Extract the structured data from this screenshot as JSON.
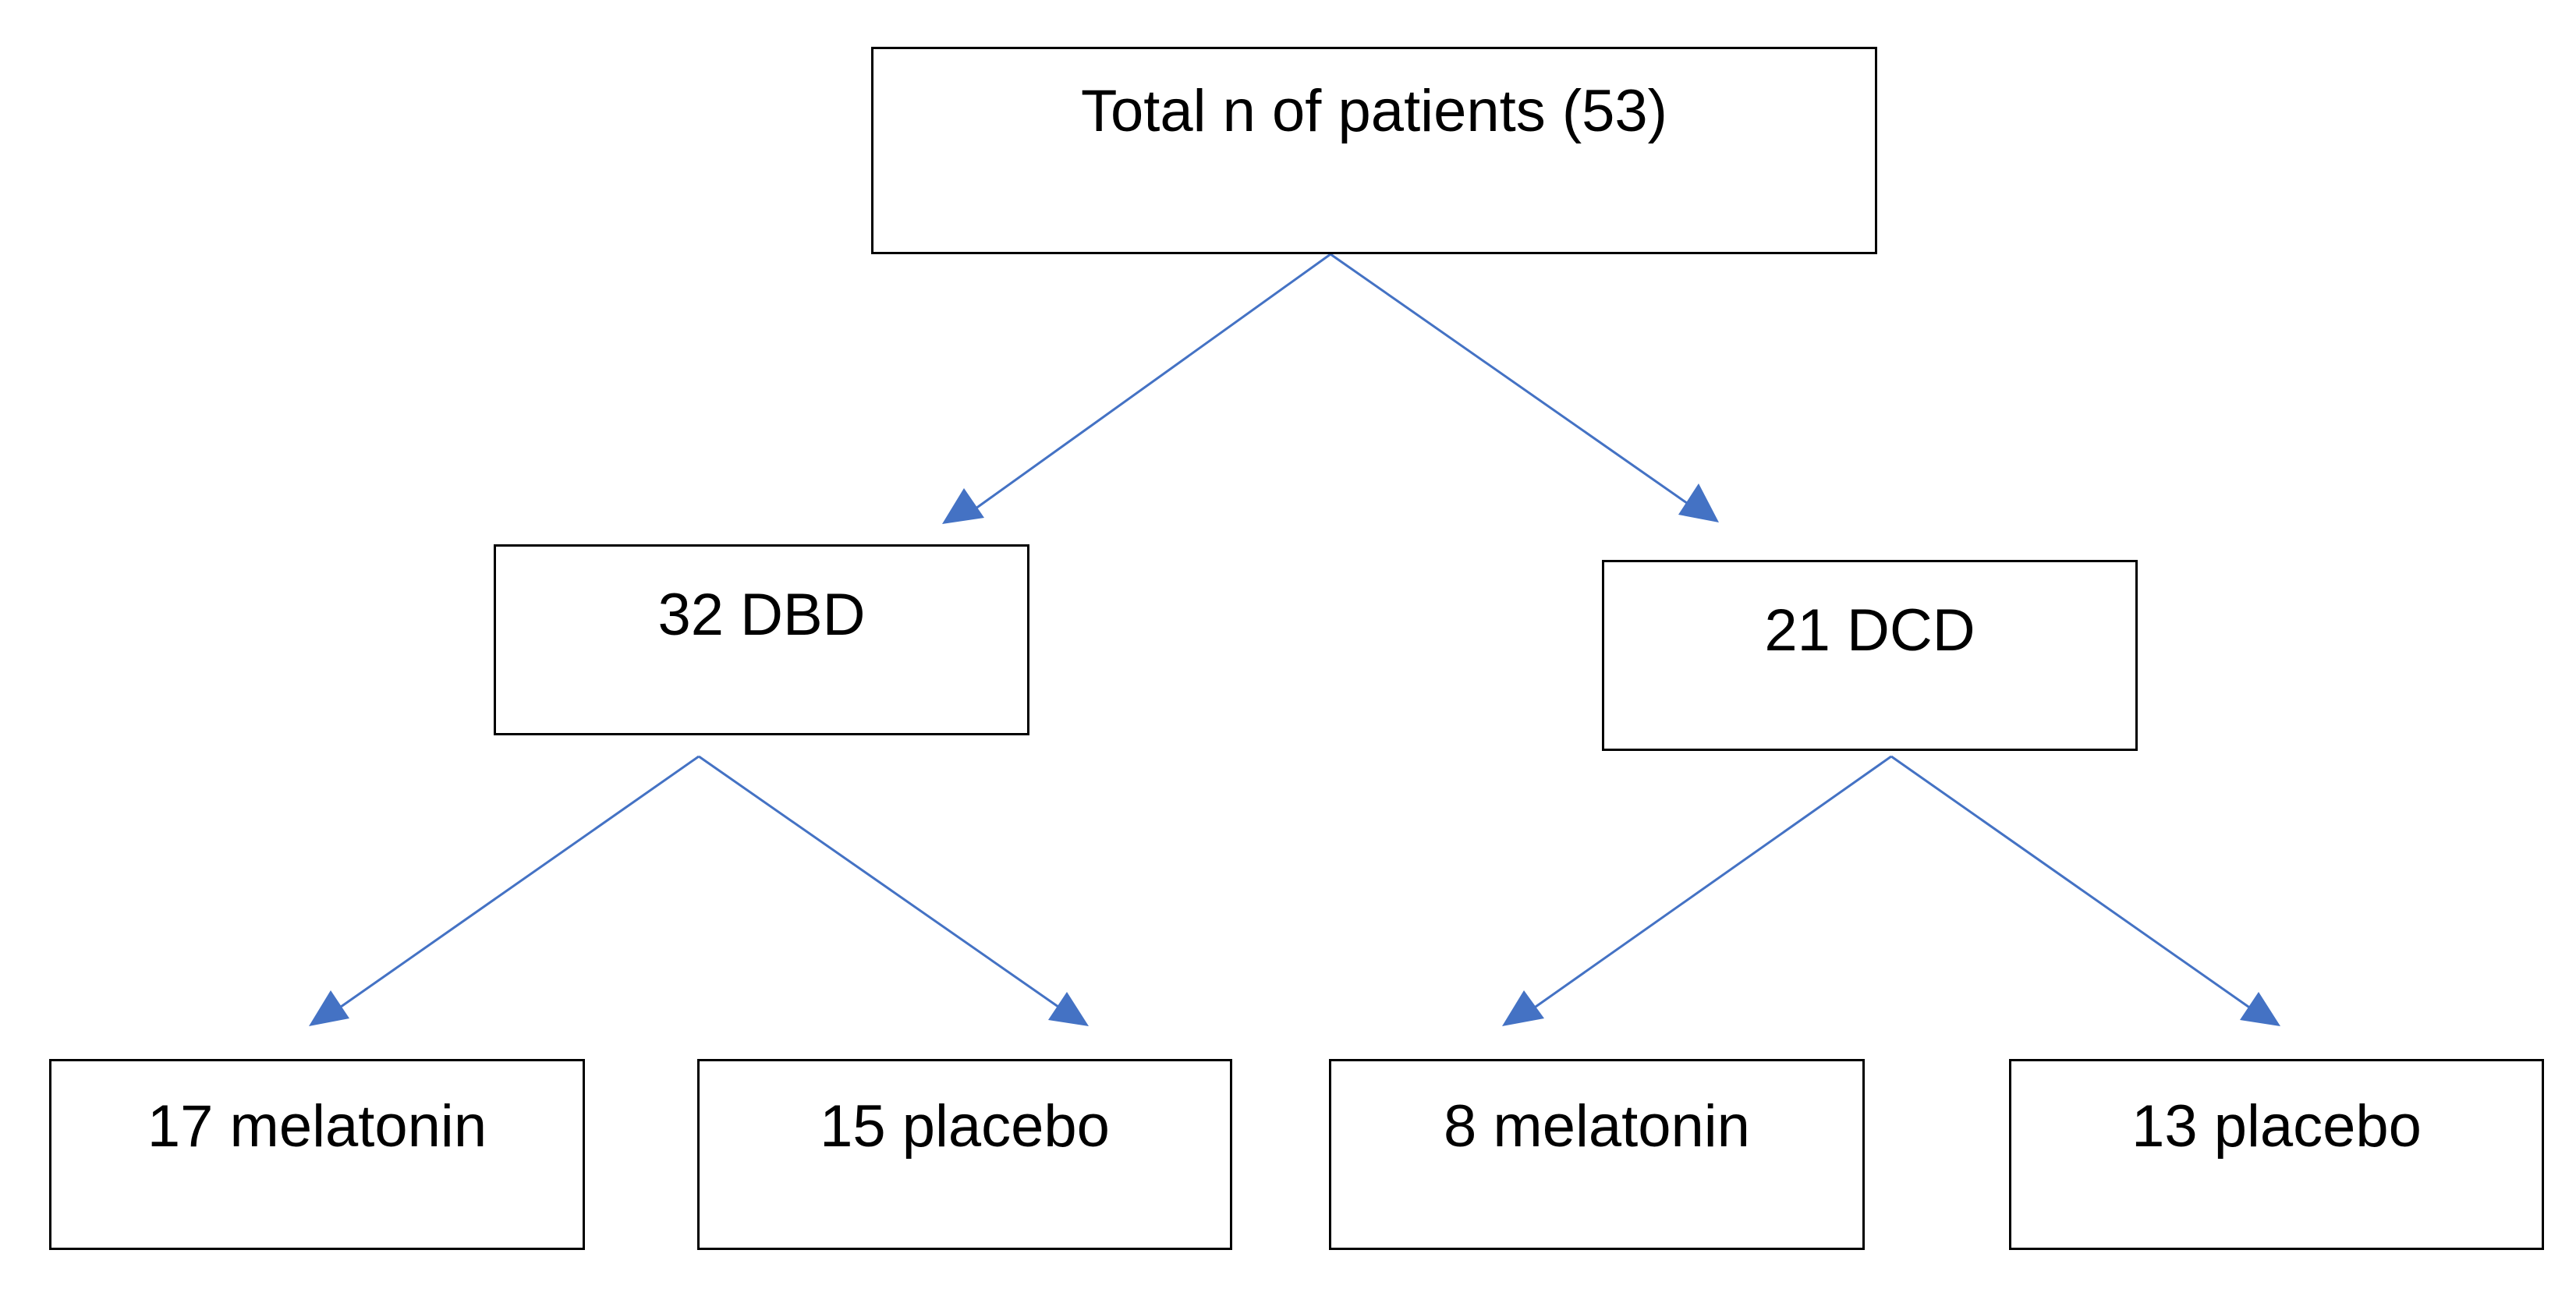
{
  "diagram": {
    "root": {
      "label": "Total n of patients (53)"
    },
    "groups": [
      {
        "label": "32 DBD",
        "arms": [
          {
            "label": "17 melatonin"
          },
          {
            "label": "15 placebo"
          }
        ]
      },
      {
        "label": "21 DCD",
        "arms": [
          {
            "label": "8 melatonin"
          },
          {
            "label": "13 placebo"
          }
        ]
      }
    ],
    "colors": {
      "box_border": "#000000",
      "connector": "#4472C4",
      "text": "#000000",
      "background": "#ffffff"
    }
  }
}
